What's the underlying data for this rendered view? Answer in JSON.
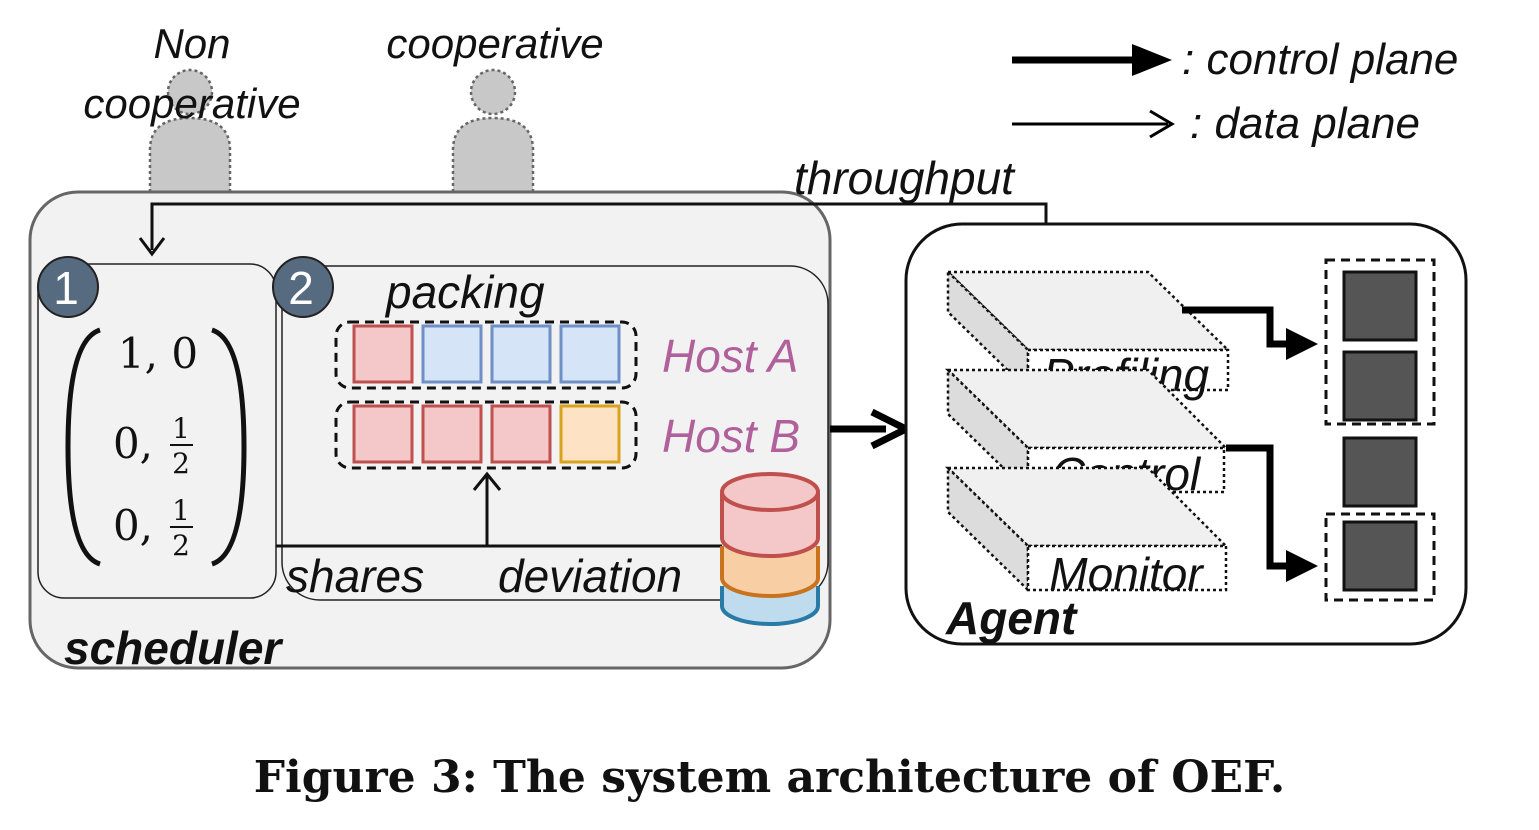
{
  "users": {
    "non_cooperative_line1": "Non",
    "non_cooperative_line2": "cooperative",
    "cooperative": "cooperative"
  },
  "legend": {
    "control_plane": ": control plane",
    "data_plane": ": data plane"
  },
  "scheduler": {
    "title": "scheduler",
    "step1_badge": "1",
    "step2_badge": "2",
    "packing_label": "packing",
    "shares_label": "shares",
    "deviation_label": "deviation",
    "throughput_label": "throughput",
    "matrix": {
      "row1": "1, 0",
      "row2_int": "0,",
      "row3_int": "0,",
      "frac_num": "1",
      "frac_den": "2"
    },
    "hosts": [
      {
        "name": "Host A",
        "colors": [
          "red",
          "blue",
          "blue",
          "blue"
        ]
      },
      {
        "name": "Host B",
        "colors": [
          "red",
          "red",
          "red",
          "orange"
        ]
      }
    ]
  },
  "agent": {
    "title": "Agent",
    "layers": [
      "Profiling",
      "Control",
      "Monitor"
    ]
  },
  "colors": {
    "red_fill": "#f4c8c8",
    "red_stroke": "#c0504d",
    "blue_fill": "#d6e4f7",
    "blue_stroke": "#6f8fc7",
    "orange_fill": "#fde3c4",
    "orange_stroke": "#d9a21b",
    "host_label": "#b0609a",
    "badge": "#566a80",
    "scheduler_bg": "#f2f2f2",
    "gpu": "#555555"
  },
  "caption": "Figure 3: The system architecture of OEF."
}
